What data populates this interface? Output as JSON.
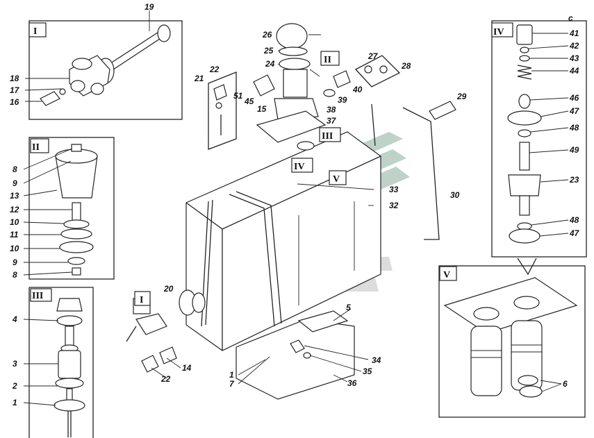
{
  "colors": {
    "line": "#222222",
    "watermark_green": "#6f9c86",
    "watermark_gray": "#9a9a9a"
  },
  "panels": {
    "I": {
      "label": "I",
      "parts": [
        "19",
        "18",
        "17",
        "16"
      ]
    },
    "II": {
      "label": "II",
      "parts": [
        "8",
        "9",
        "13",
        "12",
        "10",
        "11",
        "10",
        "9",
        "8"
      ]
    },
    "III": {
      "label": "III",
      "parts": [
        "4",
        "3",
        "2",
        "1"
      ]
    },
    "IV": {
      "label": "IV",
      "parts": [
        "41",
        "42",
        "43",
        "44",
        "46",
        "47",
        "48",
        "49",
        "23",
        "48",
        "47"
      ]
    },
    "V": {
      "label": "V",
      "parts": [
        "6"
      ]
    }
  },
  "callouts": {
    "main": [
      "26",
      "25",
      "24",
      "21",
      "22",
      "51",
      "45",
      "15",
      "37",
      "38",
      "27",
      "28",
      "40",
      "39",
      "29",
      "30",
      "33",
      "32",
      "20",
      "5",
      "34",
      "35",
      "36",
      "1",
      "7",
      "14",
      "22"
    ],
    "main_markers": [
      "II",
      "III",
      "IV",
      "V",
      "I"
    ]
  },
  "corner_mark": "c"
}
